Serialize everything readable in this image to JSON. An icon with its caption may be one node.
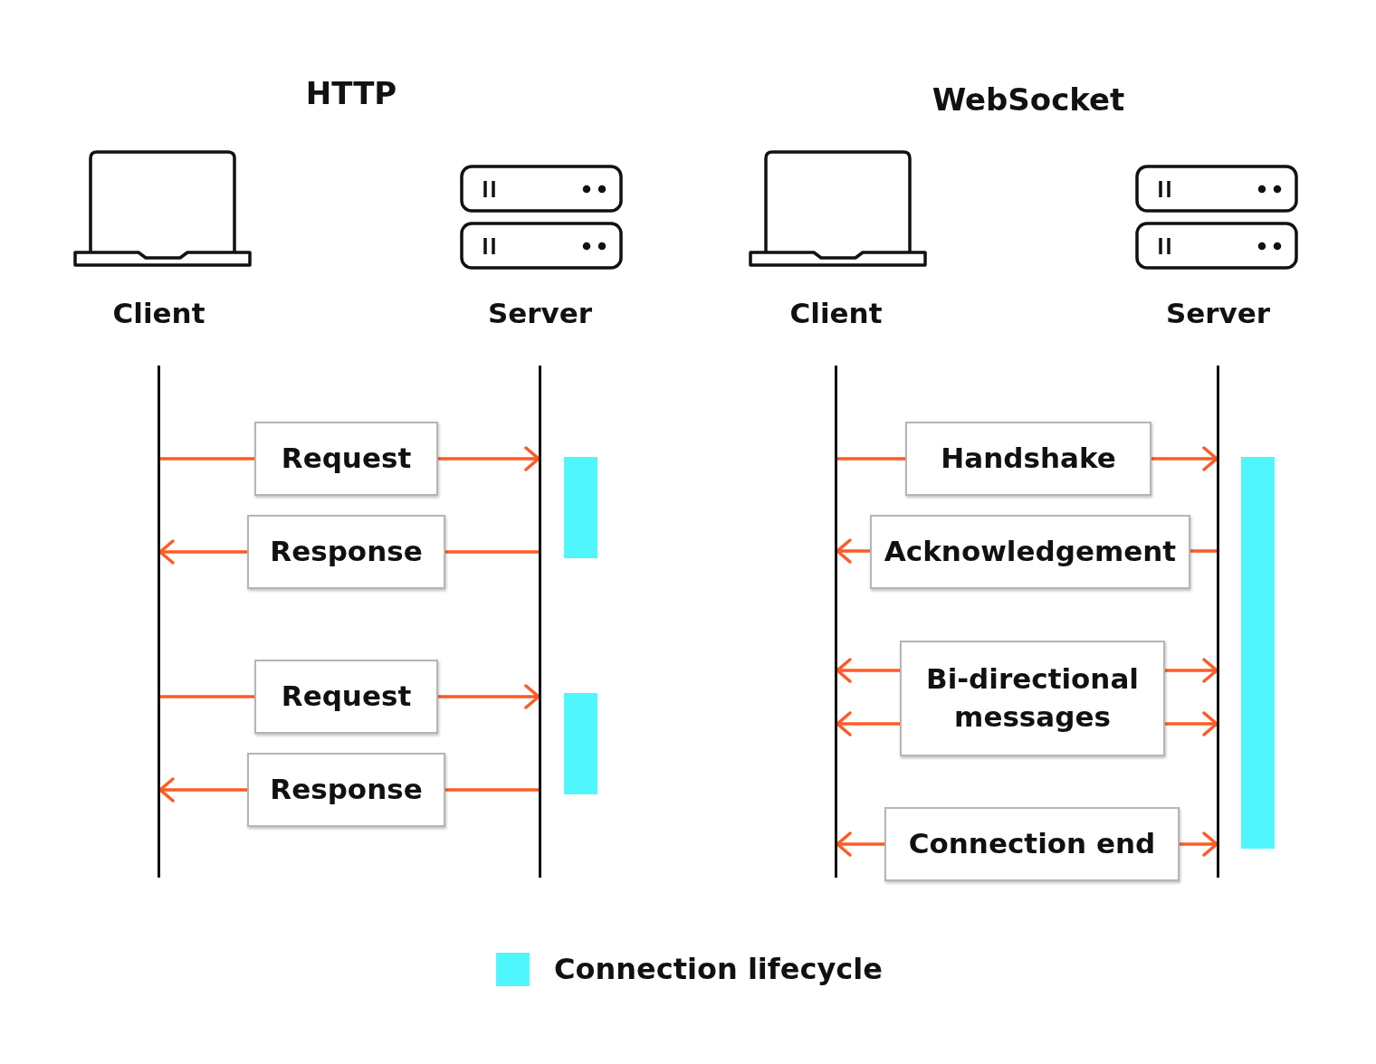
{
  "diagram": {
    "nodes": [
      {
        "text": [],
        "shape": "bar",
        "beside": [
          "Client"
        ]
      },
      {
        "text": [],
        "shape": "bar",
        "beside": [
          "Server"
        ]
      },
      {
        "text": [
          "Request"
        ]
      },
      {
        "text": [
          "Response"
        ]
      },
      {
        "text": [
          "Request"
        ]
      },
      {
        "text": [
          "Response"
        ]
      },
      {
        "text": [],
        "shape": "bar",
        "beside": [
          "Client"
        ]
      },
      {
        "text": [],
        "shape": "bar",
        "beside": [
          "Server"
        ]
      },
      {
        "text": [
          "Handshake"
        ]
      },
      {
        "text": [
          "Acknowledgement"
        ]
      },
      {
        "text": [
          "Bi-directional messages"
        ]
      },
      {
        "text": [
          "Connection end"
        ]
      },
      {
        "text": [],
        "shape": "bar"
      },
      {
        "text": [],
        "shape": "bar"
      },
      {
        "text": [],
        "shape": "bar"
      }
    ],
    "edges": [
      {
        "from": 0,
        "to": 2,
        "arrow": "none"
      },
      {
        "from": 2,
        "to": 1,
        "arrow": "to"
      },
      {
        "from": 1,
        "to": 3,
        "arrow": "none"
      },
      {
        "from": 3,
        "to": 0,
        "arrow": "to"
      },
      {
        "from": 0,
        "to": 4,
        "arrow": "none"
      },
      {
        "from": 4,
        "to": 1,
        "arrow": "to"
      },
      {
        "from": 1,
        "to": 5,
        "arrow": "none"
      },
      {
        "from": 5,
        "to": 0,
        "arrow": "to"
      },
      {
        "from": 6,
        "to": 8,
        "arrow": "none"
      },
      {
        "from": 8,
        "to": 7,
        "arrow": "to"
      },
      {
        "from": 7,
        "to": 9,
        "arrow": "none"
      },
      {
        "from": 9,
        "to": 6,
        "arrow": "to"
      },
      {
        "from": 10,
        "to": 6,
        "arrow": "to"
      },
      {
        "from": 10,
        "to": 7,
        "arrow": "to"
      },
      {
        "from": 10,
        "to": 6,
        "arrow": "to"
      },
      {
        "from": 10,
        "to": 7,
        "arrow": "to"
      },
      {
        "from": 11,
        "to": 6,
        "arrow": "to"
      },
      {
        "from": 11,
        "to": 7,
        "arrow": "to"
      }
    ],
    "labels": [
      "HTTP",
      "WebSocket"
    ],
    "legend": [
      {
        "text": "Connection lifecycle",
        "color": "#4ff7fd"
      }
    ]
  }
}
